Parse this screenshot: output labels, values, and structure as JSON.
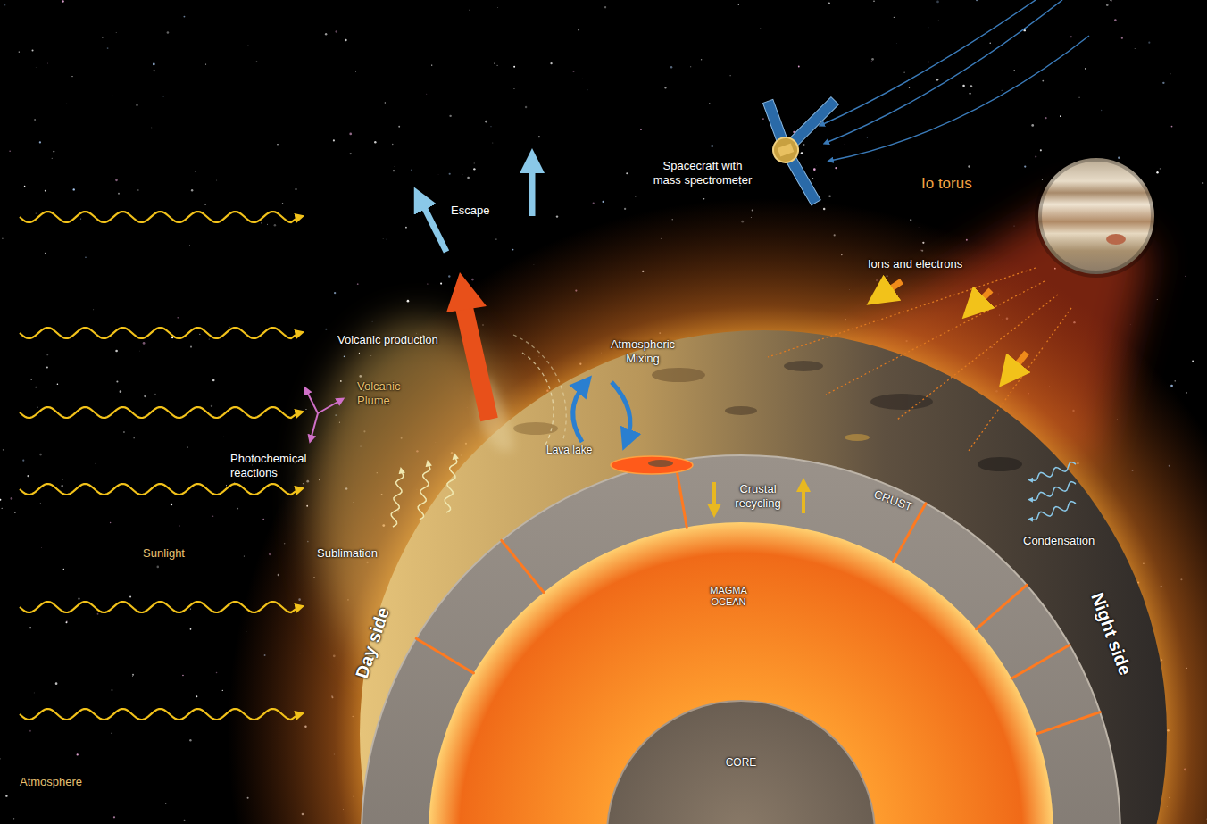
{
  "diagram": {
    "labels": [
      "Escape",
      "Spacecraft with mass spectrometer",
      "Io torus",
      "Ions and electrons",
      "Volcanic production",
      "Atmospheric Mixing",
      "Volcanic Plume",
      "Photochemical reactions",
      "Lava lake",
      "Crustal recycling",
      "Sunlight",
      "Sublimation",
      "CRUST",
      "Condensation",
      "MAGMA OCEAN",
      "Day side",
      "Night side",
      "CORE",
      "Atmosphere"
    ]
  }
}
